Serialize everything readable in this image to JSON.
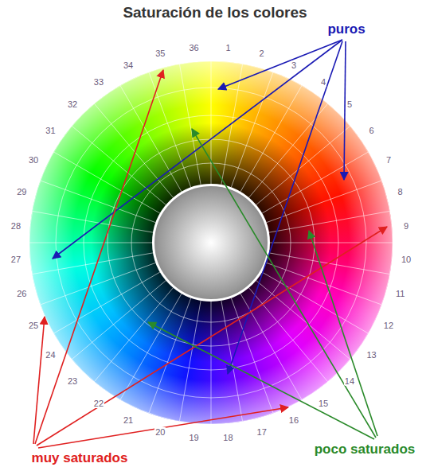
{
  "diagram": {
    "title": "Saturación de los colores",
    "labels": [
      "1",
      "2",
      "3",
      "4",
      "5",
      "6",
      "7",
      "8",
      "9",
      "10",
      "11",
      "12",
      "13",
      "14",
      "15",
      "16",
      "17",
      "18",
      "19",
      "20",
      "21",
      "22",
      "23",
      "24",
      "25",
      "26",
      "27",
      "28",
      "29",
      "30",
      "31",
      "32",
      "33",
      "34",
      "35",
      "36",
      "puros",
      "muy saturados",
      "poco saturados"
    ]
  }
}
